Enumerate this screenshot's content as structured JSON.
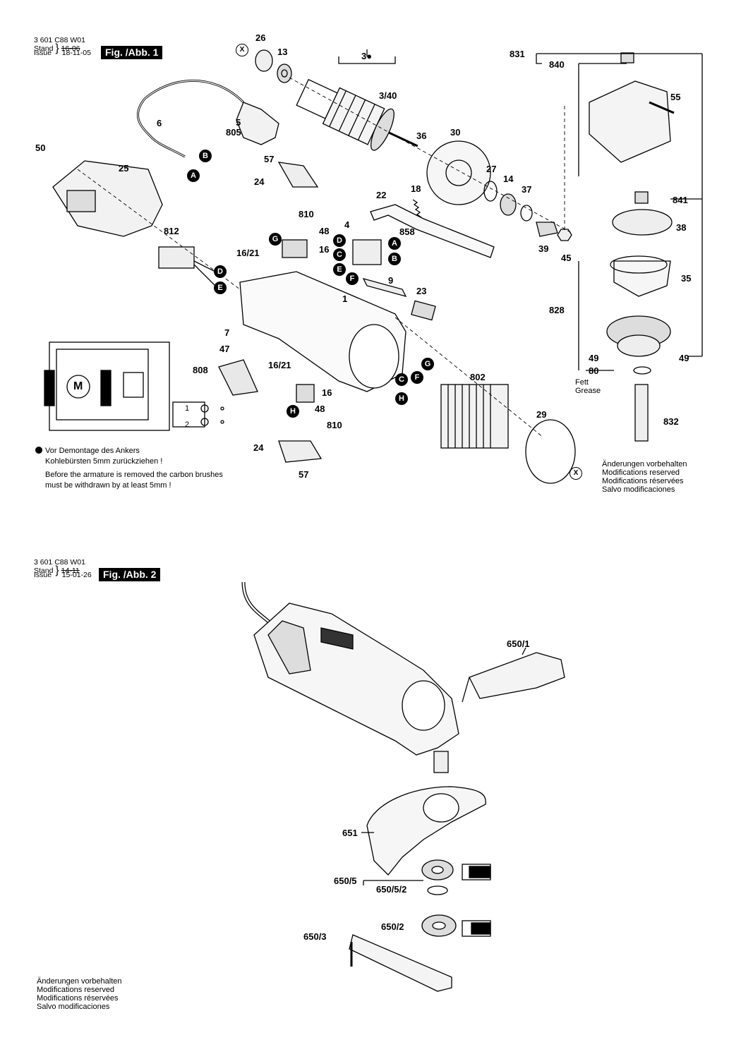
{
  "fig1": {
    "header": {
      "code": "3 601 C88 W01",
      "stand_label": "Stand",
      "issue_label": "Issue",
      "stand_date": "16-06",
      "issue_date": "18-11-05"
    },
    "title": "Fig. /Abb. 1",
    "labels": [
      "26",
      "13",
      "3●",
      "3/40",
      "5",
      "805",
      "6",
      "50",
      "25",
      "57",
      "24",
      "22",
      "18",
      "36",
      "30",
      "27",
      "14",
      "37",
      "831",
      "840",
      "55",
      "841",
      "38",
      "35",
      "828",
      "49",
      "49",
      "80",
      "832",
      "812",
      "810",
      "48",
      "16/21",
      "16",
      "4",
      "858",
      "9",
      "23",
      "1",
      "7",
      "47",
      "808",
      "16/21",
      "16",
      "48",
      "810",
      "24",
      "57",
      "802",
      "29",
      "39",
      "45"
    ],
    "fett": "Fett",
    "grease": "Grease",
    "note_de_1": "Vor Demontage des Ankers",
    "note_de_2": "Kohlebürsten 5mm zurückziehen !",
    "note_en_1": "Before the armature is removed the carbon brushes",
    "note_en_2": "must be withdrawn by at least 5mm !",
    "mod": [
      "Änderungen vorbehalten",
      "Modifications reserved",
      "Modifications réservées",
      "Salvo modificaciones"
    ],
    "motor_letter": "M",
    "term1": "1",
    "term2": "2",
    "circles": [
      "B",
      "A",
      "G",
      "D",
      "E",
      "D",
      "C",
      "E",
      "A",
      "B",
      "F",
      "G",
      "C",
      "F",
      "H",
      "H"
    ],
    "x_marks": [
      "X",
      "X"
    ]
  },
  "fig2": {
    "header": {
      "code": "3 601 C88 W01",
      "stand_label": "Stand",
      "issue_label": "Issue",
      "stand_date": "14-11",
      "issue_date": "15-01-26"
    },
    "title": "Fig. /Abb. 2",
    "labels": [
      "650/1",
      "651",
      "650/5",
      "650/5/2",
      "650/2",
      "650/3"
    ],
    "mod": [
      "Änderungen vorbehalten",
      "Modifications reserved",
      "Modifications réservées",
      "Salvo modificaciones"
    ]
  }
}
